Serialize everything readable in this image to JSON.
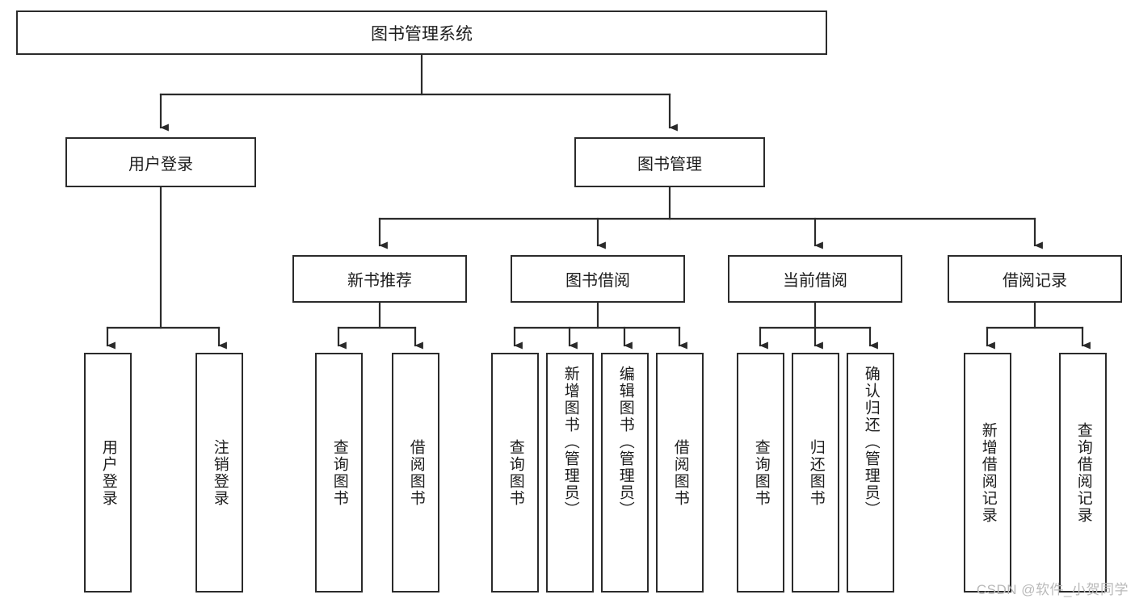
{
  "diagram": {
    "title_node": {
      "label": "图书管理系统"
    },
    "level2": [
      {
        "id": "user-login",
        "label": "用户登录"
      },
      {
        "id": "book-manage",
        "label": "图书管理"
      }
    ],
    "level3": [
      {
        "id": "new-book-recommend",
        "label": "新书推荐"
      },
      {
        "id": "book-borrow",
        "label": "图书借阅"
      },
      {
        "id": "current-borrow",
        "label": "当前借阅"
      },
      {
        "id": "borrow-record",
        "label": "借阅记录"
      }
    ],
    "leaves": {
      "user_login": [
        {
          "id": "leaf-user-login",
          "label": "用户登录"
        },
        {
          "id": "leaf-logout-login",
          "label": "注销登录"
        }
      ],
      "new_book_recommend": [
        {
          "id": "leaf-query-book-1",
          "label": "查询图书"
        },
        {
          "id": "leaf-borrow-book-1",
          "label": "借阅图书"
        }
      ],
      "book_borrow": [
        {
          "id": "leaf-query-book-2",
          "label": "查询图书"
        },
        {
          "id": "leaf-add-book",
          "label": "新增图书（管理员）"
        },
        {
          "id": "leaf-edit-book",
          "label": "编辑图书（管理员）"
        },
        {
          "id": "leaf-borrow-book-2",
          "label": "借阅图书"
        }
      ],
      "current_borrow": [
        {
          "id": "leaf-query-book-3",
          "label": "查询图书"
        },
        {
          "id": "leaf-return-book",
          "label": "归还图书"
        },
        {
          "id": "leaf-confirm-return",
          "label": "确认归还（管理员）"
        }
      ],
      "borrow_record": [
        {
          "id": "leaf-add-record",
          "label": "新增借阅记录"
        },
        {
          "id": "leaf-query-record",
          "label": "查询借阅记录"
        }
      ]
    }
  },
  "watermark": {
    "text": "CSDN @软件_小贺同学"
  },
  "colors": {
    "box_border": "#2b2b2b",
    "box_fill": "#ffffff",
    "text": "#1d1d1d",
    "connector": "#2b2b2b",
    "watermark": "#b9b9b9",
    "page_background": "#ffffff"
  }
}
